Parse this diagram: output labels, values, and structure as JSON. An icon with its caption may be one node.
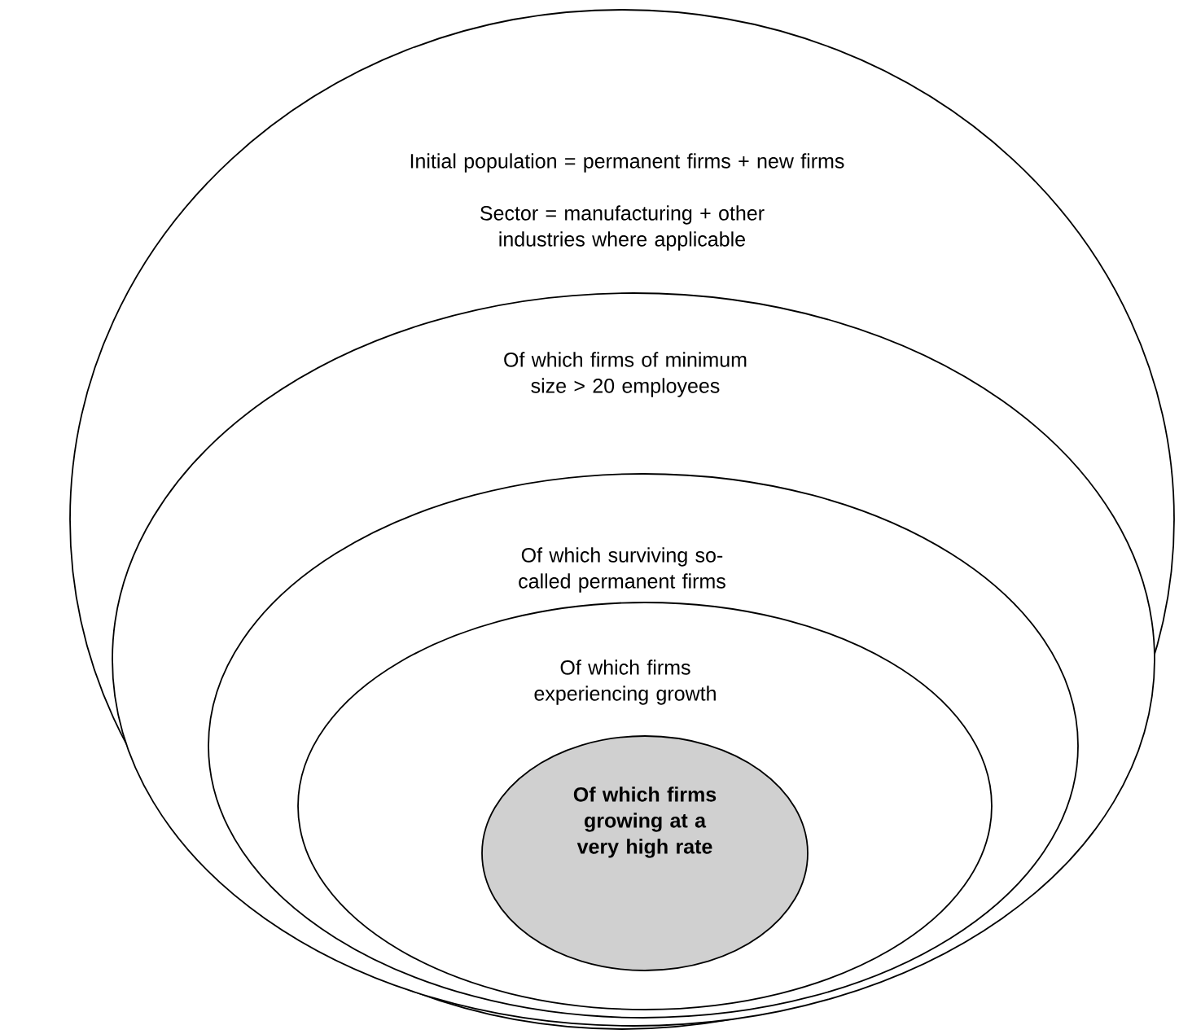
{
  "diagram": {
    "nodes": [
      {
        "text": [
          "Initial population  = permanent firms + new firms",
          "Sector = manufacturing + other industries where applicable"
        ]
      },
      {
        "text": [
          "Of which firms of minimum size > 20 employees"
        ],
        "in": 0
      },
      {
        "text": [
          "Of which surviving so-called permanent firms"
        ],
        "in": 1
      },
      {
        "text": [
          "Of which firms experiencing growth"
        ],
        "in": 2
      },
      {
        "text": [
          "Of which firms growing at a very high rate"
        ],
        "in": 3
      }
    ]
  }
}
